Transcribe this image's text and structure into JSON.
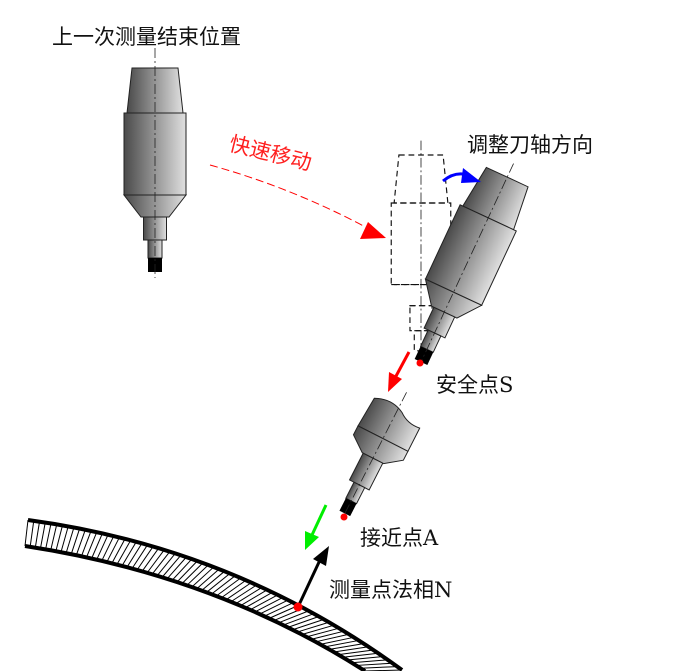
{
  "labels": {
    "last_position": "上一次测量结束位置",
    "rapid_move": "快速移动",
    "adjust_axis": "调整刀轴方向",
    "safe_point": "安全点S",
    "approach_point": "接近点A",
    "normal": "测量点法相N"
  },
  "colors": {
    "rapid_move": "#ff0000",
    "rotate_arrow": "#0000ff",
    "approach_arrow": "#00ee00",
    "normal_arrow": "#000000",
    "contact_point": "#ff0000"
  }
}
